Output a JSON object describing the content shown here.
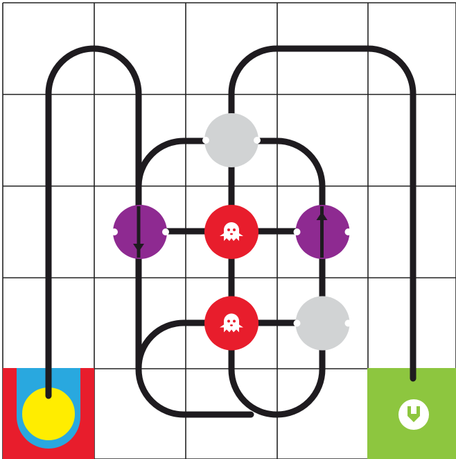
{
  "board": {
    "rows": 5,
    "cols": 5,
    "background_color": "#ffffff",
    "grid_color": "#222222",
    "track_color": "#1e1b1f"
  },
  "colors": {
    "start_red": "#e81d2c",
    "start_blue": "#29a8df",
    "start_yellow": "#ffed00",
    "goal_green": "#8dc63f",
    "node_grey": "#d1d3d4",
    "node_purple": "#8e2a91",
    "node_red": "#e81d2c",
    "icon_white": "#ffffff"
  },
  "start_tile": {
    "cell": [
      4,
      0
    ],
    "label": "start-cup"
  },
  "goal_tile": {
    "cell": [
      4,
      4
    ],
    "icon": "down-arrow-badge-icon"
  },
  "nodes": [
    {
      "id": "grey-top",
      "color": "grey",
      "cell": [
        1,
        2
      ],
      "icon": null
    },
    {
      "id": "purple-left",
      "color": "purple",
      "cell": [
        2,
        1
      ],
      "icon": null
    },
    {
      "id": "red-center",
      "color": "red",
      "cell": [
        2,
        2
      ],
      "icon": "ghost-icon"
    },
    {
      "id": "purple-right",
      "color": "purple",
      "cell": [
        2,
        3
      ],
      "icon": null
    },
    {
      "id": "red-lower",
      "color": "red",
      "cell": [
        3,
        2
      ],
      "icon": "ghost-icon"
    },
    {
      "id": "grey-right",
      "color": "grey",
      "cell": [
        3,
        3
      ],
      "icon": null
    }
  ],
  "arrows": [
    {
      "node": "purple-left",
      "direction": "down"
    },
    {
      "node": "purple-right",
      "direction": "up"
    }
  ]
}
